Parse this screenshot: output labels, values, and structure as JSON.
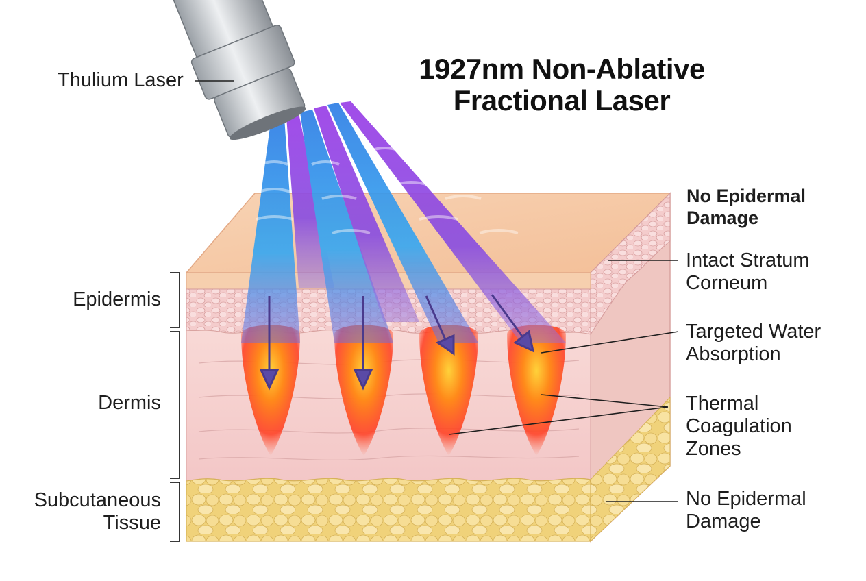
{
  "title": {
    "line1": "1927nm Non-Ablative",
    "line2": "Fractional Laser"
  },
  "labels": {
    "device": "Thulium Laser",
    "epidermis": "Epidermis",
    "dermis": "Dermis",
    "subcutaneous_line1": "Subcutaneous",
    "subcutaneous_line2": "Tissue",
    "no_damage_top_line1": "No Epidermal",
    "no_damage_top_line2": "Damage",
    "stratum_line1": "Intact Stratum",
    "stratum_line2": "Corneum",
    "water_line1": "Targeted Water",
    "water_line2": "Absorption",
    "thermal_line1": "Thermal",
    "thermal_line2": "Coagulation",
    "thermal_line3": "Zones",
    "no_damage_bottom_line1": "No Epidermal",
    "no_damage_bottom_line2": "Damage"
  },
  "colors": {
    "beam_blue": "#3aa8f0",
    "beam_purple": "#8a4fe0",
    "coagulation_core": "#ff7a1a",
    "coagulation_edge": "#ff3b1e",
    "skin_top": "#f6c9a6",
    "dermis": "#f6d2d2",
    "fat": "#f3d98a",
    "arrow": "#4a3a8c"
  }
}
